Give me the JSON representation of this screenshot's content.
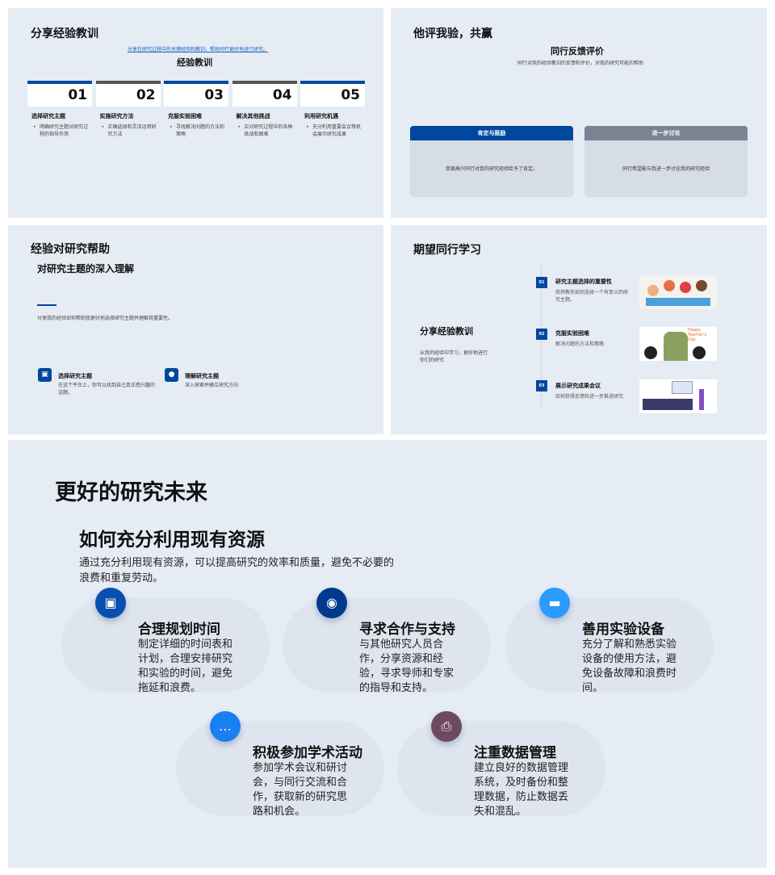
{
  "slide1": {
    "title": "分享经验教训",
    "link": "分享在研究过程中的关键经验和教训，帮助同行更好地进行研究。",
    "subtitle": "经验教训",
    "items": [
      {
        "num": "01",
        "title": "选择研究主题",
        "desc": "明确研究主题对研究过程的指导作用"
      },
      {
        "num": "02",
        "title": "实施研究方法",
        "desc": "正确选择和灵活运用研究方法"
      },
      {
        "num": "03",
        "title": "克服实验困难",
        "desc": "寻找解决问题的方法和策略"
      },
      {
        "num": "04",
        "title": "解决其他挑战",
        "desc": "应对研究过程中的各种挑战和困难"
      },
      {
        "num": "05",
        "title": "利用研究机遇",
        "desc": "充分利用重要会议等机会展示研究成果"
      }
    ]
  },
  "slide2": {
    "title": "他评我验，共赢",
    "subtitle": "同行反馈评价",
    "desc": "同行对我的经验教训的反馈和评价，对我的研究可能的帮助",
    "cards": [
      {
        "header": "肯定与鼓励",
        "body": "我很高兴同行对我的研究经验给予了肯定。",
        "color": "#0047a0"
      },
      {
        "header": "进一步讨论",
        "body": "同行希望能与我进一步讨论我的研究经验",
        "color": "#7a8494"
      }
    ]
  },
  "slide3": {
    "title": "经验对研究帮助",
    "subtitle": "对研究主题的深入理解",
    "desc": "分享我的经验如何帮助我更好地选择研究主题并理解其重要性。",
    "items": [
      {
        "title": "选择研究主题",
        "desc": "在这个平台上，你可以找到自己真正感兴趣的话题。",
        "icon": "image-icon"
      },
      {
        "title": "理解研究主题",
        "desc": "深入探索并确立研究方向",
        "icon": "location-icon"
      }
    ]
  },
  "slide4": {
    "title": "期望同行学习",
    "left_title": "分享经验教训",
    "left_desc": "从我的经验中学习，更好地进行你们的研究",
    "items": [
      {
        "num": "01",
        "title": "研究主题选择的重要性",
        "desc": "我将教你如何选择一个有意义的研究主题。"
      },
      {
        "num": "02",
        "title": "克服实验困难",
        "desc": "解决问题的方法和策略",
        "img_text": "Happy Teacher's Day"
      },
      {
        "num": "03",
        "title": "展示研究成果会议",
        "desc": "如何获得反馈和进一步推进研究"
      }
    ]
  },
  "slide5": {
    "title": "更好的研究未来",
    "subtitle": "如何充分利用现有资源",
    "desc": "通过充分利用现有资源，可以提高研究的效率和质量，避免不必要的浪费和重复劳动。",
    "cards": [
      {
        "title": "合理规划时间",
        "desc": "制定详细的时间表和计划，合理安排研究和实验的时间，避免拖延和浪费。",
        "icon": "image-icon",
        "color": "#0a4fb0"
      },
      {
        "title": "寻求合作与支持",
        "desc": "与其他研究人员合作，分享资源和经验，寻求导师和专家的指导和支持。",
        "icon": "webcam-icon",
        "color": "#003a8c"
      },
      {
        "title": "善用实验设备",
        "desc": "充分了解和熟悉实验设备的使用方法，避免设备故障和浪费时间。",
        "icon": "sofa-icon",
        "color": "#2b9bff"
      },
      {
        "title": "积极参加学术活动",
        "desc": "参加学术会议和研讨会，与同行交流和合作，获取新的研究思路和机会。",
        "icon": "chat-icon",
        "color": "#1a7ff0"
      },
      {
        "title": "注重数据管理",
        "desc": "建立良好的数据管理系统，及时备份和整理数据，防止数据丢失和混乱。",
        "icon": "printer-icon",
        "color": "#6e4a62"
      }
    ]
  }
}
